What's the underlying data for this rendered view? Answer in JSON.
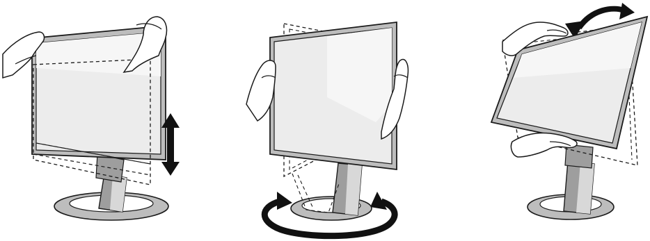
{
  "figure": {
    "panels": [
      {
        "adjustment": "height",
        "arrow": "double-vertical"
      },
      {
        "adjustment": "swivel",
        "arrow": "circular-rotation"
      },
      {
        "adjustment": "tilt",
        "arrow": "curved-tilt"
      }
    ],
    "colors": {
      "stroke": "#1a1a1a",
      "screen": "#ececec",
      "screen_highlight": "#f6f6f6",
      "bezel": "#bdbdbd",
      "stand": "#9e9e9e",
      "stand_light": "#d8d8d8",
      "hand": "#ffffff",
      "arrow": "#111111"
    }
  }
}
